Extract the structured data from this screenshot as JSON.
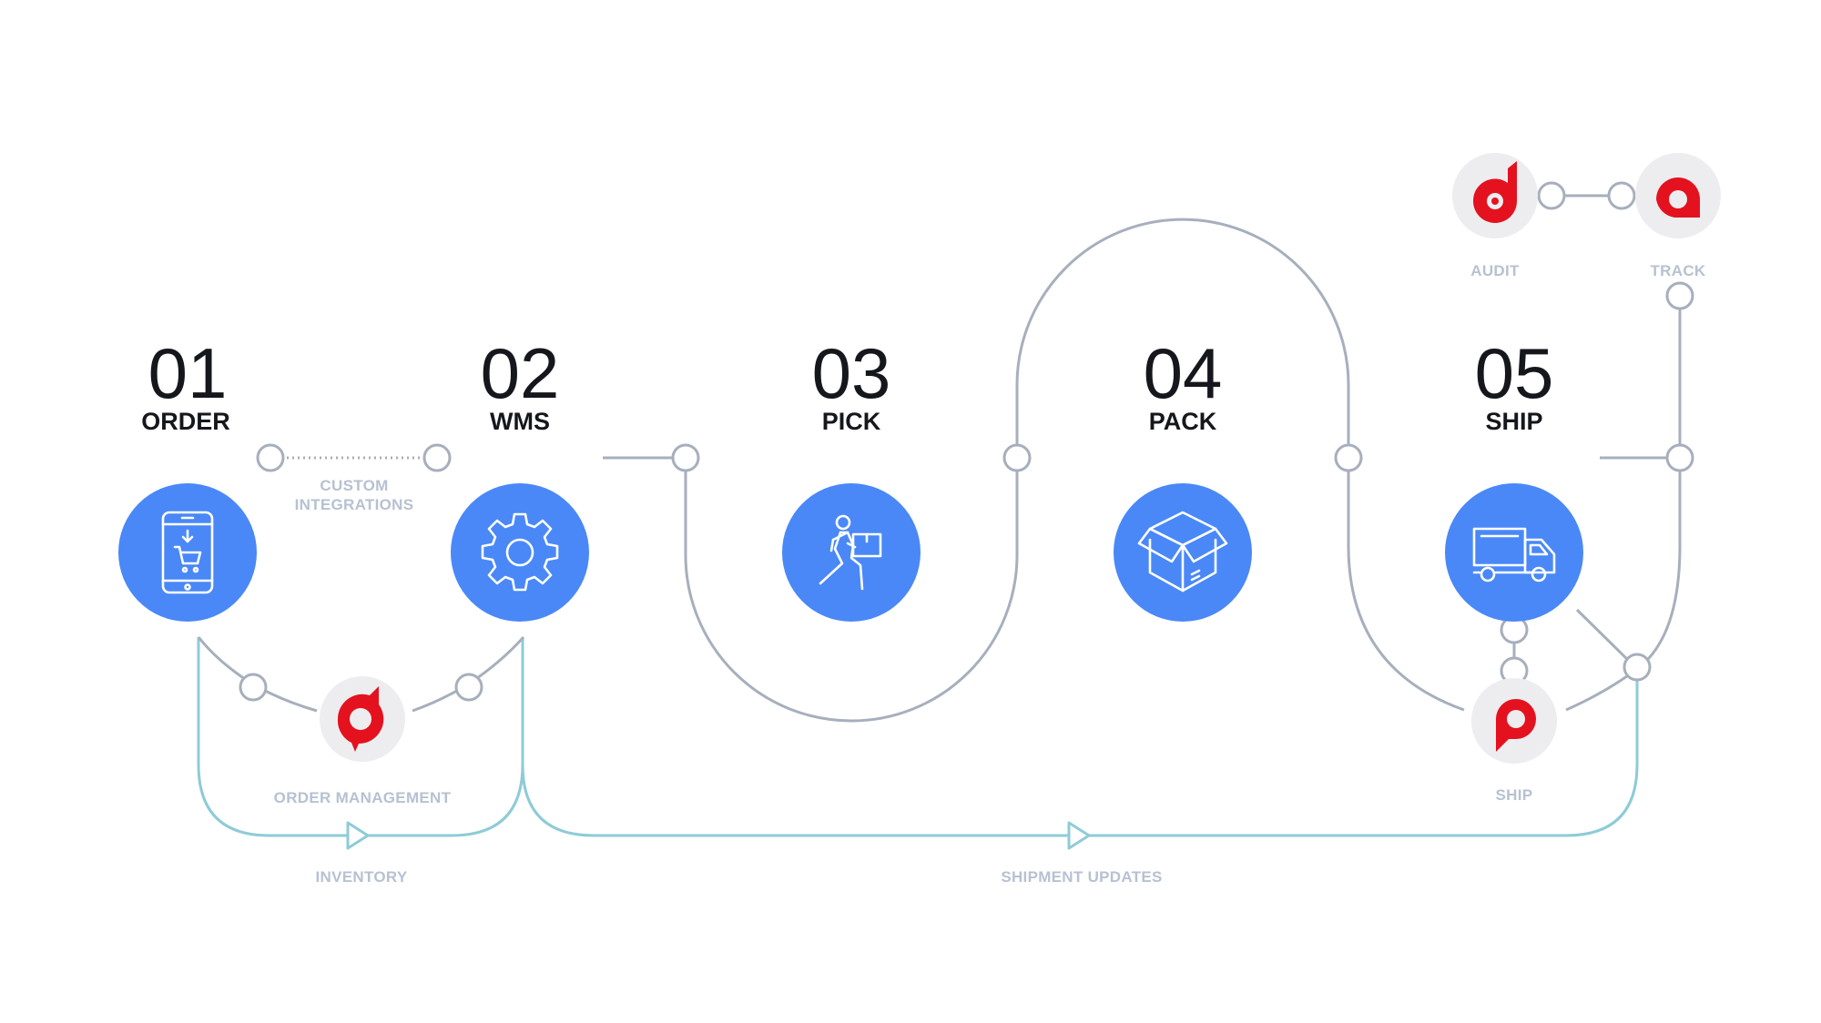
{
  "colors": {
    "step_blue": "#4a88f7",
    "connector_gray": "#a7afbd",
    "flow_teal": "#8ecbd7",
    "caption_gray": "#b7c1d2",
    "brand_red": "#e4121e",
    "badge_bg": "#ededf0"
  },
  "steps": [
    {
      "number": "01",
      "label": "ORDER",
      "icon": "mobile-cart-icon"
    },
    {
      "number": "02",
      "label": "WMS",
      "icon": "gear-icon"
    },
    {
      "number": "03",
      "label": "PICK",
      "icon": "worker-carrying-box-icon"
    },
    {
      "number": "04",
      "label": "PACK",
      "icon": "open-box-icon"
    },
    {
      "number": "05",
      "label": "SHIP",
      "icon": "delivery-truck-icon"
    }
  ],
  "captions": {
    "custom_integrations_line1": "CUSTOM",
    "custom_integrations_line2": "INTEGRATIONS",
    "order_management": "ORDER MANAGEMENT",
    "inventory": "INVENTORY",
    "shipment_updates": "SHIPMENT UPDATES",
    "ship": "SHIP",
    "audit": "AUDIT",
    "track": "TRACK"
  },
  "badges": [
    {
      "name": "order-management",
      "icon": "order-management-brand-icon"
    },
    {
      "name": "ship",
      "icon": "ship-brand-icon"
    },
    {
      "name": "audit",
      "icon": "audit-brand-icon"
    },
    {
      "name": "track",
      "icon": "track-brand-icon"
    }
  ]
}
